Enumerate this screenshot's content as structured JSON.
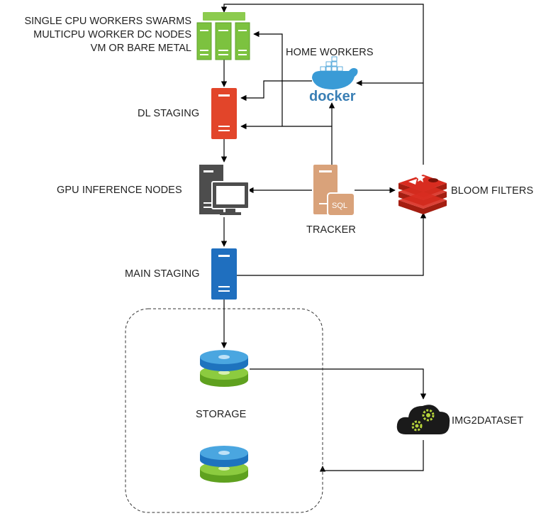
{
  "diagram": {
    "nodes": {
      "workers": {
        "lines": [
          "SINGLE CPU WORKERS SWARMS",
          "MULTICPU WORKER DC NODES",
          "VM OR BARE METAL"
        ],
        "icon": "server-cluster-icon",
        "color": "#7cc23f"
      },
      "home_workers": {
        "label": "HOME WORKERS",
        "icon": "docker-icon",
        "icon_text": "docker",
        "color": "#3a9bd6"
      },
      "dl_staging": {
        "label": "DL STAGING",
        "icon": "server-icon",
        "color": "#e2452a"
      },
      "gpu_nodes": {
        "label": "GPU INFERENCE NODES",
        "icon": "workstation-icon",
        "color": "#4d4d4d"
      },
      "tracker": {
        "label": "TRACKER",
        "icon": "sql-server-icon",
        "icon_text": "SQL",
        "color": "#d9a27a"
      },
      "bloom_filters": {
        "label": "BLOOM FILTERS",
        "icon": "redis-icon",
        "color": "#d32f2f"
      },
      "main_staging": {
        "label": "MAIN STAGING",
        "icon": "server-icon",
        "color": "#1f6fbf"
      },
      "storage": {
        "label": "STORAGE",
        "icon": "disk-stack-icon"
      },
      "img2dataset": {
        "label": "IMG2DATASET",
        "icon": "cloud-gears-icon",
        "color": "#1a1a1a"
      }
    }
  }
}
